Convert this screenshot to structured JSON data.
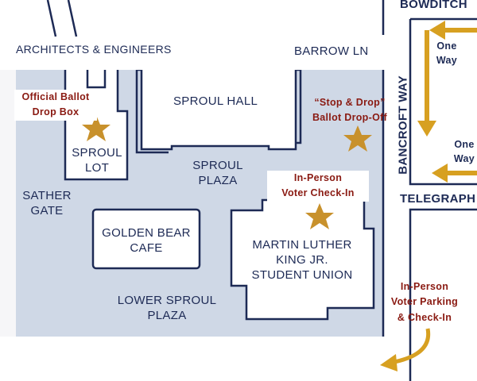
{
  "colors": {
    "plaza": "#cfd8e6",
    "building": "#ffffff",
    "outline": "#1d2a55",
    "label": "#1d2a55",
    "highlight_text": "#8a1a12",
    "star": "#c8912c",
    "arrow": "#d7a021",
    "street": "#ffffff"
  },
  "streets": {
    "bowditch": "BOWDITCH",
    "barrow_ln": "BARROW LN",
    "bancroft_way": "BANCROFT WAY",
    "telegraph": "TELEGRAPH"
  },
  "buildings": {
    "architects": "ARCHITECTS & ENGINEERS",
    "sproul_hall": "SPROUL HALL",
    "sproul_lot": "SPROUL\nLOT",
    "golden_bear": "GOLDEN BEAR\nCAFE",
    "student_union": "MARTIN LUTHER\nKING JR.\nSTUDENT UNION"
  },
  "areas": {
    "sproul_plaza": "SPROUL\nPLAZA",
    "sather_gate": "SATHER\nGATE",
    "lower_sproul": "LOWER SPROUL\nPLAZA"
  },
  "locations": [
    {
      "id": "drop-box",
      "label": "Official Ballot\nDrop Box",
      "icon": "star-icon"
    },
    {
      "id": "stop-drop",
      "label": "“Stop & Drop”\nBallot Drop-Off",
      "icon": "star-icon"
    },
    {
      "id": "check-in",
      "label": "In-Person\nVoter Check-In",
      "icon": "star-icon"
    },
    {
      "id": "parking",
      "label": "In-Person\nVoter Parking\n& Check-In",
      "icon": "curved-arrow-icon"
    }
  ],
  "one_way": [
    "One\nWay",
    "One\nWay"
  ]
}
